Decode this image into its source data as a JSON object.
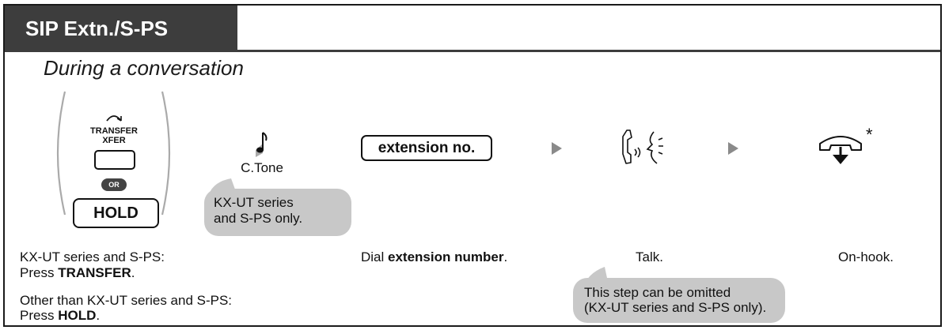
{
  "header": {
    "tab_title": "SIP Extn./S-PS"
  },
  "heading": "During a conversation",
  "step1": {
    "transfer_key_label_top": "TRANSFER",
    "transfer_key_label_bottom": "XFER",
    "or_badge": "OR",
    "hold_key_label": "HOLD",
    "caption_a": "KX-UT series and S-PS:",
    "caption_a_action_prefix": "Press ",
    "caption_a_action_key": "TRANSFER",
    "caption_a_action_suffix": ".",
    "caption_b": "Other than KX-UT series and S-PS:",
    "caption_b_action_prefix": "Press ",
    "caption_b_action_key": "HOLD",
    "caption_b_action_suffix": "."
  },
  "step2": {
    "tone_label": "C.Tone",
    "bubble_line1": "KX-UT series",
    "bubble_line2": "and S-PS only."
  },
  "step3": {
    "key_label": "extension no.",
    "caption_prefix": "Dial ",
    "caption_bold": "extension number",
    "caption_suffix": "."
  },
  "step4": {
    "icon": "talk-icon",
    "caption": "Talk.",
    "bubble_line1": "This step can be omitted",
    "bubble_line2": "(KX-UT series and S-PS only)."
  },
  "step5": {
    "icon": "on-hook-icon",
    "asterisk": "*",
    "caption": "On-hook."
  },
  "colors": {
    "tab_bg": "#3d3d3d",
    "bubble_bg": "#c8c8c8",
    "arrow": "#8a8a8a"
  }
}
